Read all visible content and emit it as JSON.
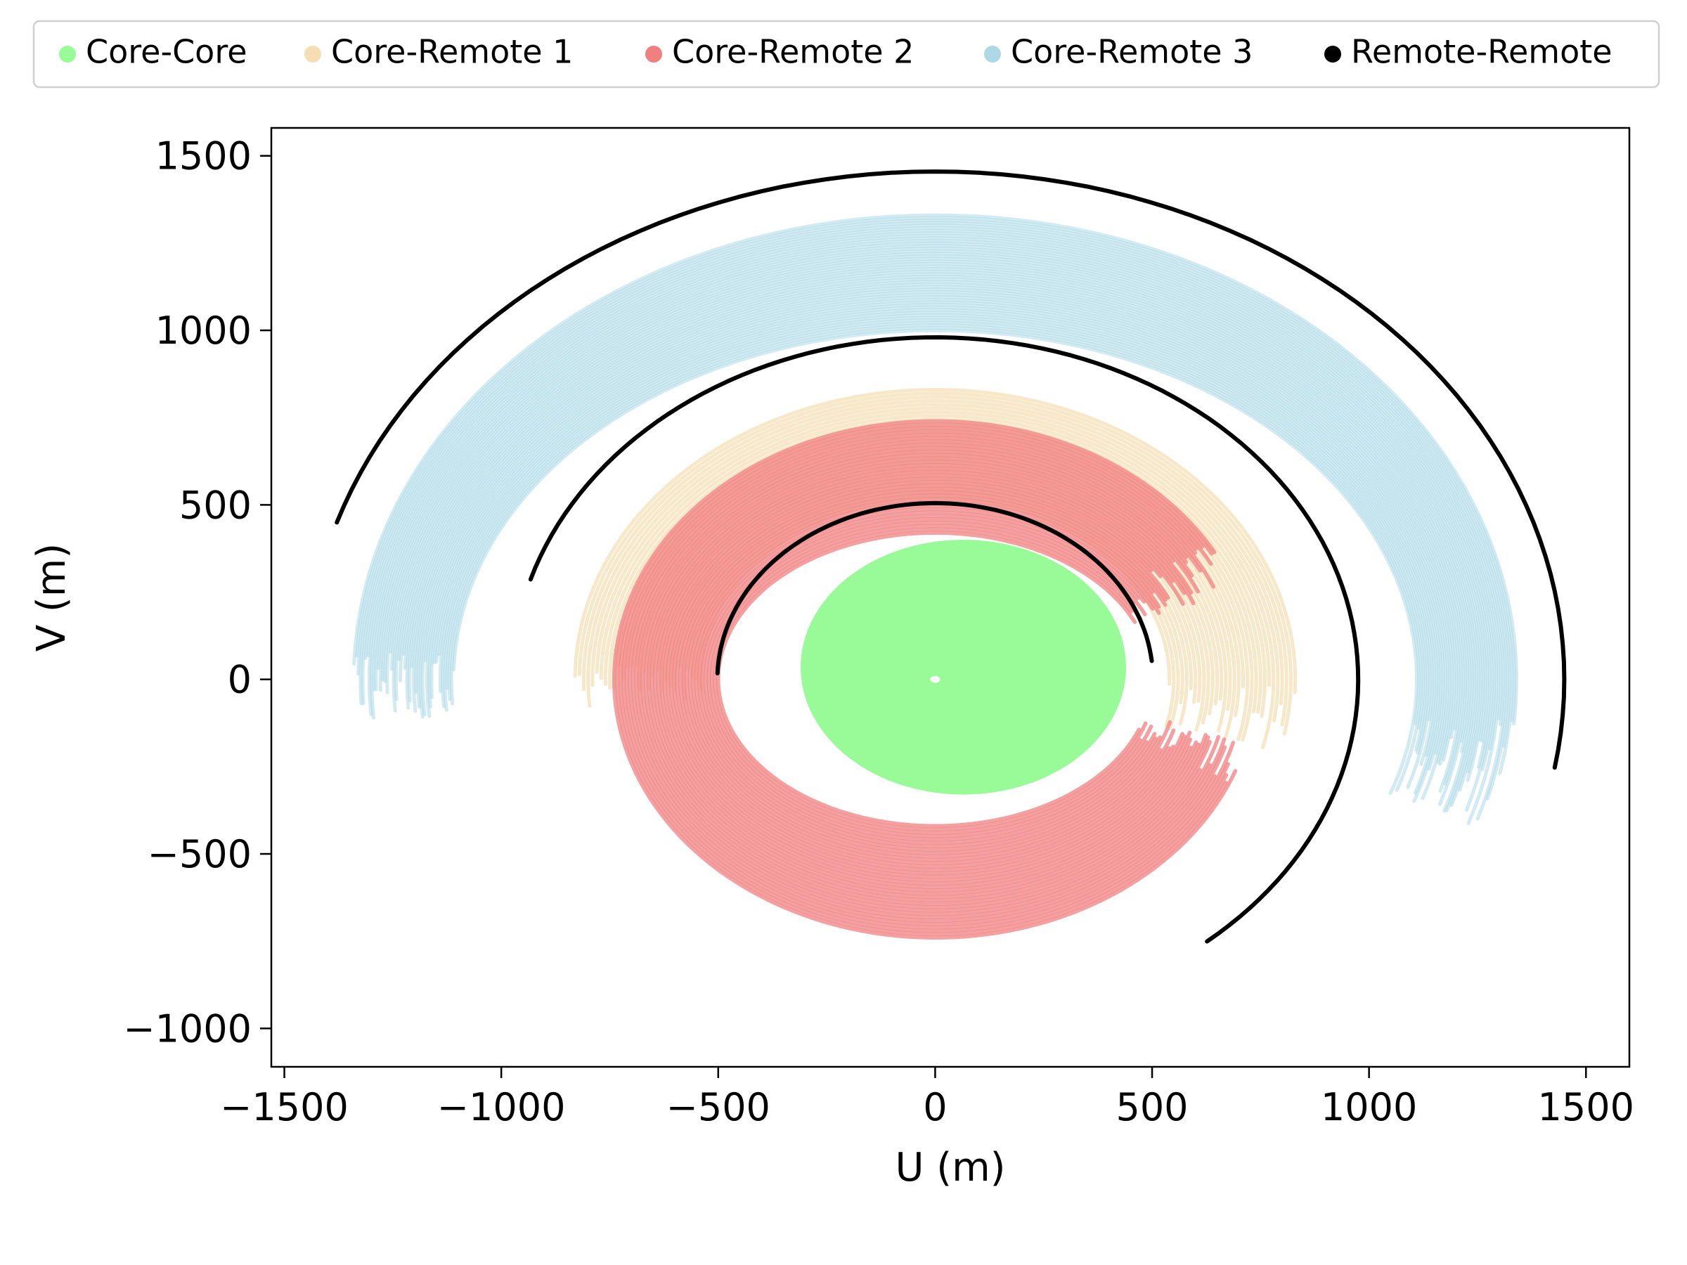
{
  "chart_data": {
    "type": "scatter",
    "title": "",
    "xlabel": "U (m)",
    "ylabel": "V (m)",
    "xlim": [
      -1530,
      1600
    ],
    "ylim": [
      -1110,
      1580
    ],
    "xticks": [
      -1500,
      -1000,
      -500,
      0,
      500,
      1000,
      1500
    ],
    "xtick_labels": [
      "−1500",
      "−1000",
      "−500",
      "0",
      "500",
      "1000",
      "1500"
    ],
    "yticks": [
      -1000,
      -500,
      0,
      500,
      1000,
      1500
    ],
    "ytick_labels": [
      "−1000",
      "−500",
      "0",
      "500",
      "1000",
      "1500"
    ],
    "grid": false,
    "legend_position": "top-center",
    "series": [
      {
        "name": "Core-Core",
        "color": "#98fb98",
        "shape": "filled-ellipse",
        "center": [
          0,
          0
        ],
        "u_range": [
          -310,
          440
        ],
        "v_range": [
          -330,
          400
        ]
      },
      {
        "name": "Core-Remote 1",
        "color": "#f5deb3",
        "arcs": {
          "count": 30,
          "radius_u": [
            540,
            830
          ],
          "radius_v": [
            520,
            830
          ],
          "theta_deg": [
            -8,
            180
          ]
        }
      },
      {
        "name": "Core-Remote 2",
        "color": "#f08080",
        "arcs": {
          "count": 34,
          "radius_u": [
            500,
            740
          ],
          "radius_v": [
            420,
            740
          ],
          "theta_deg": [
            28,
            340
          ]
        }
      },
      {
        "name": "Core-Remote 3",
        "color": "#add8e6",
        "arcs": {
          "count": 46,
          "radius_u": [
            1110,
            1340
          ],
          "radius_v": [
            1000,
            1330
          ],
          "theta_deg": [
            -12,
            180
          ]
        }
      },
      {
        "name": "Remote-Remote",
        "color": "#000000",
        "tracks": [
          {
            "center": [
              0,
              0
            ],
            "radius_u": 1450,
            "radius_v": 1455,
            "theta_deg": [
              -10,
              162
            ]
          },
          {
            "center": [
              0,
              0
            ],
            "radius_u": 975,
            "radius_v": 980,
            "theta_deg": [
              -50,
              163
            ]
          },
          {
            "center": [
              0,
              0
            ],
            "radius_u": 502,
            "radius_v": 505,
            "theta_deg": [
              6,
              178
            ]
          }
        ]
      }
    ]
  }
}
